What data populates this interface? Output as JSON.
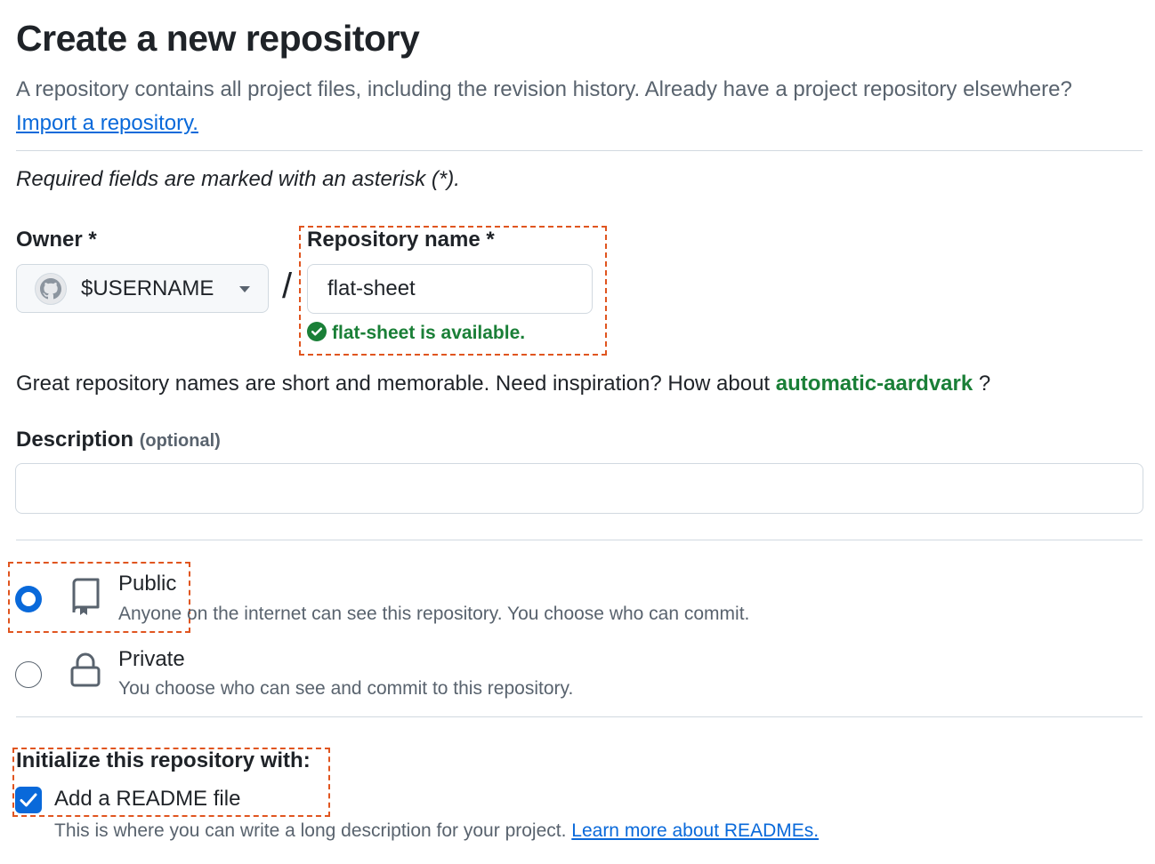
{
  "page": {
    "title": "Create a new repository",
    "subtitle": "A repository contains all project files, including the revision history. Already have a project repository elsewhere?",
    "import_link": "Import a repository.",
    "required_note": "Required fields are marked with an asterisk (*)."
  },
  "owner": {
    "label": "Owner *",
    "value": "$USERNAME"
  },
  "repo_name": {
    "label": "Repository name *",
    "value": "flat-sheet",
    "availability": "flat-sheet is available."
  },
  "separator": "/",
  "hint": {
    "text": "Great repository names are short and memorable. Need inspiration? How about",
    "suggestion": "automatic-aardvark",
    "trailing": "?"
  },
  "description": {
    "label": "Description",
    "optional": "(optional)",
    "value": ""
  },
  "visibility": {
    "public": {
      "title": "Public",
      "desc": "Anyone on the internet can see this repository. You choose who can commit.",
      "selected": true
    },
    "private": {
      "title": "Private",
      "desc": "You choose who can see and commit to this repository.",
      "selected": false
    }
  },
  "init": {
    "heading": "Initialize this repository with:",
    "readme_label": "Add a README file",
    "readme_checked": true,
    "readme_desc": "This is where you can write a long description for your project.",
    "readme_link": "Learn more about READMEs."
  },
  "colors": {
    "accent": "#0969da",
    "success": "#1a7f37",
    "highlight": "#e0551f"
  },
  "icons": [
    "mark-github-icon",
    "triangle-down-icon",
    "check-circle-icon",
    "repo-icon",
    "lock-icon",
    "check-icon"
  ]
}
